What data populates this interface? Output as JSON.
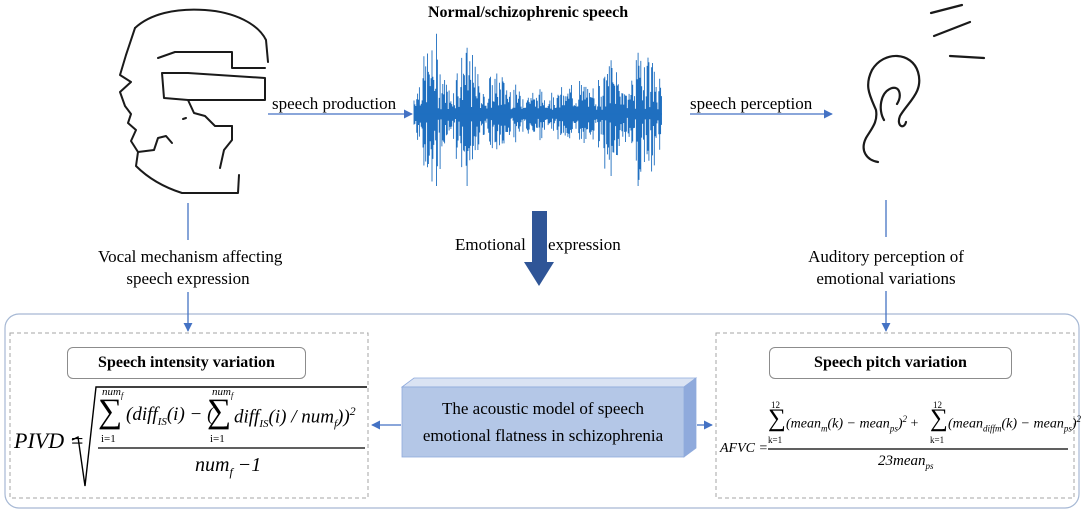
{
  "header": {
    "title": "Normal/schizophrenic speech"
  },
  "labels": {
    "speech_production": "speech production",
    "speech_perception": "speech perception",
    "emotional": "Emotional",
    "expression": "expression",
    "vocal_mechanism_line1": "Vocal mechanism affecting",
    "vocal_mechanism_line2": "speech expression",
    "auditory_line1": "Auditory perception of",
    "auditory_line2": "emotional variations"
  },
  "left_panel": {
    "title": "Speech intensity variation"
  },
  "right_panel": {
    "title": "Speech pitch variation"
  },
  "center_box": {
    "line1": "The acoustic model of speech",
    "line2": "emotional flatness in schizophrenia"
  },
  "formula_left": {
    "lhs": "PIVD =",
    "sum_top": "num",
    "sum_top_sub": "f",
    "index": "i=1",
    "term1": "(diff",
    "term1_sub": "IS",
    "term1_arg": "(i) − (",
    "inner_term": "diff",
    "inner_sub": "IS",
    "inner_arg": "(i) / num",
    "inner_arg_sub": "f",
    "close": "))",
    "power": "2",
    "denominator": "num",
    "denominator_sub": "f",
    "denominator_rest": " −1"
  },
  "formula_right": {
    "lhs": "AFVC =",
    "sum_top": "12",
    "index": "k=1",
    "t1": "(mean",
    "t1_sub": "m",
    "t1_arg": "(k) − mean",
    "t1_sub2": "ps",
    "t1_close": ")",
    "power": "2",
    "plus": "+",
    "t2": "(mean",
    "t2_sub": "diffm",
    "t2_arg": "(k) − mean",
    "t2_sub2": "ps",
    "t2_close": ")",
    "denominator": "23mean",
    "denominator_sub": "ps"
  },
  "colors": {
    "arrow": "#4472c4",
    "waveform": "#1f6fc0",
    "big_arrow": "#2f5597",
    "box_face": "#b4c7e7",
    "box_top": "#dae3f3",
    "box_side": "#8faadc",
    "frame": "#a6b8d4",
    "dash": "#a6a6a6"
  },
  "icons": [
    "head-profile-icon",
    "ear-icon",
    "sound-lines-icon",
    "speech-waveform-icon",
    "down-arrow-icon"
  ]
}
